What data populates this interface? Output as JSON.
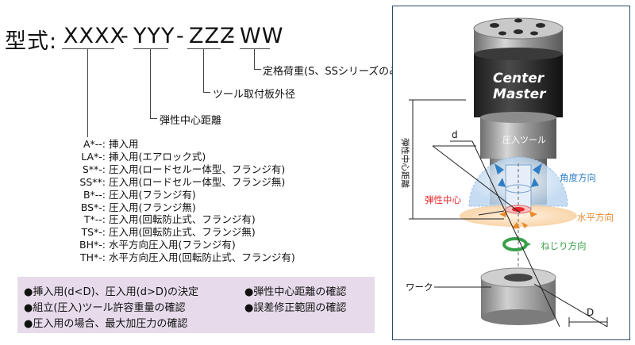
{
  "model": {
    "prefix": "型式:",
    "xxxx": "XXXX",
    "dash1": "-",
    "yyy": "YYY",
    "dash2": "-",
    "zzz": "ZZZ",
    "dash3": "-",
    "ww": "WW"
  },
  "callouts": {
    "ww": "定格荷重(S、SSシリーズのみ)",
    "zzz": "ツール取付板外径",
    "yyy": "弾性中心距離"
  },
  "codes": [
    {
      "code": "A*--:",
      "desc": "挿入用"
    },
    {
      "code": "LA*-:",
      "desc": "挿入用(エアロック式)"
    },
    {
      "code": "S**-:",
      "desc": "圧入用(ロードセルー体型、フランジ有)"
    },
    {
      "code": "SS**:",
      "desc": "圧入用(ロードセルー体型、フランジ無)"
    },
    {
      "code": "B*--:",
      "desc": "圧入用(フランジ有)"
    },
    {
      "code": "BS*-:",
      "desc": "圧入用(フランジ無)"
    },
    {
      "code": "T*--:",
      "desc": "圧入用(回転防止式、フランジ有)"
    },
    {
      "code": "TS*-:",
      "desc": "圧入用(回転防止式、フランジ無)"
    },
    {
      "code": "BH*-:",
      "desc": "水平方向圧入用(フランジ有)"
    },
    {
      "code": "TH*-:",
      "desc": "水平方向圧入用(回転防止式、フランジ有)"
    }
  ],
  "notes": {
    "left": [
      "●挿入用(d<D)、圧入用(d>D)の決定",
      "●組立(圧入)ツール許容重量の確認",
      "●圧入用の場合、最大加圧力の確認"
    ],
    "right": [
      "●弾性中心距離の確認",
      "●誤差修正範囲の確認"
    ]
  },
  "diagram": {
    "logo_line1": "Center",
    "logo_line2": "Master",
    "tool": "圧入ツール",
    "d": "d",
    "D": "D",
    "elastic_center_distance": "弾性中心距離",
    "elastic_center": "弾性中心",
    "angle_direction": "角度方向",
    "horizontal_direction": "水平方向",
    "twist_direction": "ねじり方向",
    "work": "ワーク"
  },
  "colors": {
    "elastic_center": "#e8262a",
    "angle_direction": "#2f7ec5",
    "horizontal_direction": "#e8892a",
    "twist_direction": "#3aa04a",
    "notes_bg": "#e7dbeb",
    "frame": "#2c4a6b"
  }
}
